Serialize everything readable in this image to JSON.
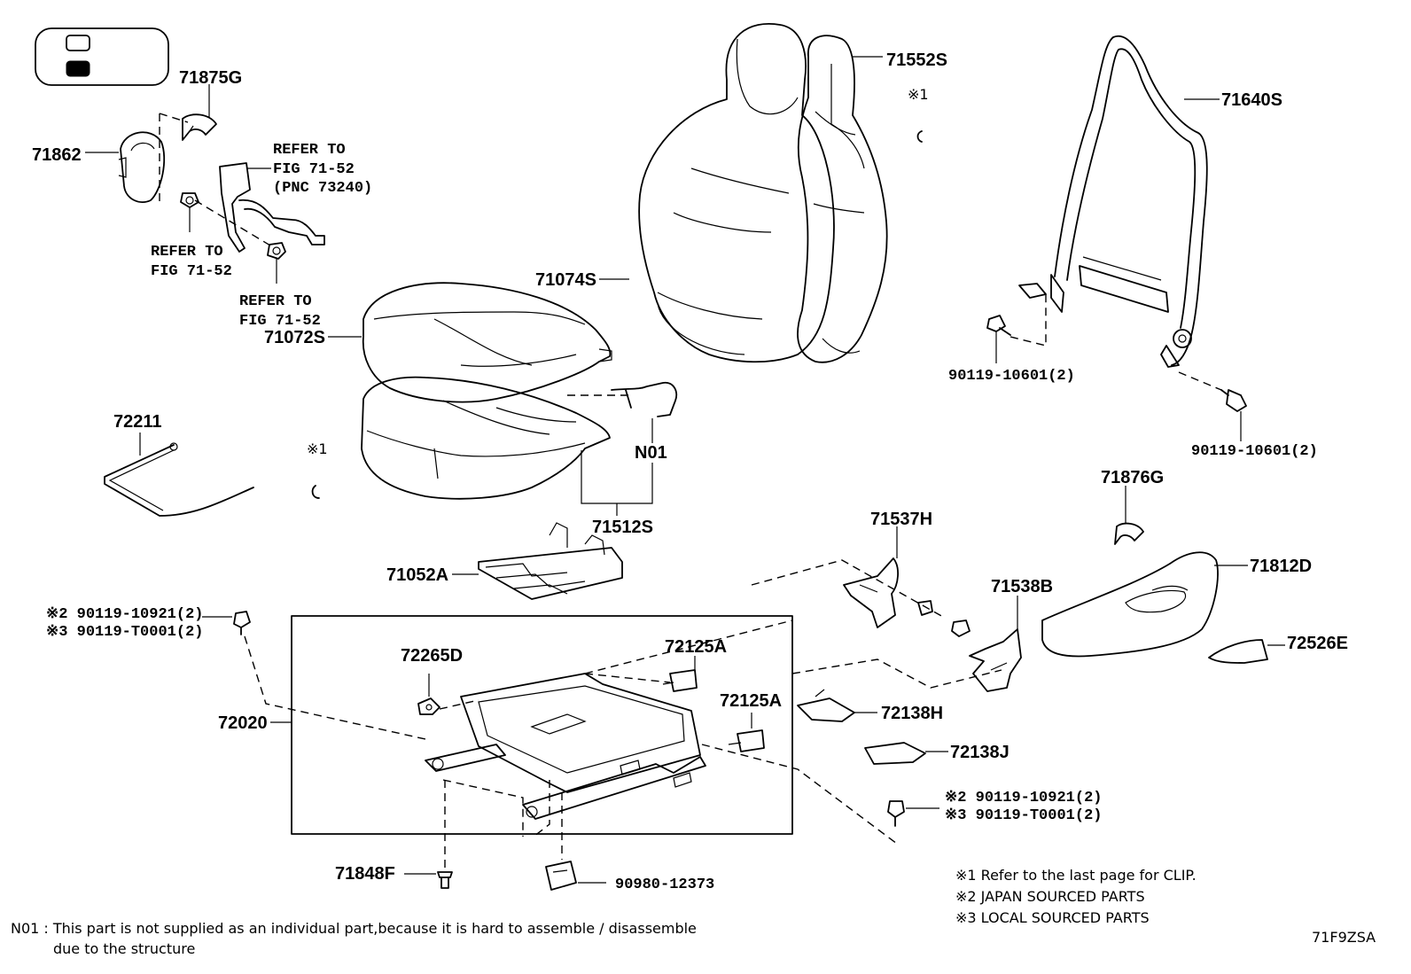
{
  "diagram_id": "71F9ZSA",
  "labels": {
    "p71875G": "71875G",
    "p71862": "71862",
    "p71552S": "71552S",
    "p71640S": "71640S",
    "p71074S": "71074S",
    "p71072S": "71072S",
    "p72211": "72211",
    "p71512S": "71512S",
    "p71052A": "71052A",
    "n01": "N01",
    "p90119_10601_a": "90119-10601(2)",
    "p90119_10601_b": "90119-10601(2)",
    "p71876G": "71876G",
    "p71537H": "71537H",
    "p71812D": "71812D",
    "p71538B": "71538B",
    "p72526E": "72526E",
    "p72265D": "72265D",
    "p72125A_top": "72125A",
    "p72125A_mid": "72125A",
    "p72020": "72020",
    "p72138H": "72138H",
    "p72138J": "72138J",
    "p71848F": "71848F",
    "p90980": "90980-12373",
    "bolt_left_2": "※2 90119-10921(2)",
    "bolt_left_3": "※3 90119-T0001(2)",
    "bolt_right_2": "※2 90119-10921(2)",
    "bolt_right_3": "※3 90119-T0001(2)",
    "clip_mark_top": "※1",
    "clip_mark_left": "※1"
  },
  "refers": {
    "belt_l1": "REFER TO",
    "belt_l2": "FIG 71-52",
    "belt_l3": "(PNC 73240)",
    "a_l1": "REFER TO",
    "a_l2": "FIG 71-52",
    "b_l1": "REFER TO",
    "b_l2": "FIG 71-52"
  },
  "legend": {
    "n1": "※1  Refer to the last page for CLIP.",
    "n2": "※2  JAPAN SOURCED PARTS",
    "n3": "※3  LOCAL SOURCED PARTS"
  },
  "footnote": {
    "l1": "N01 : This part is not supplied as an individual part,because it is hard to assemble / disassemble",
    "l2": "due to the structure"
  }
}
